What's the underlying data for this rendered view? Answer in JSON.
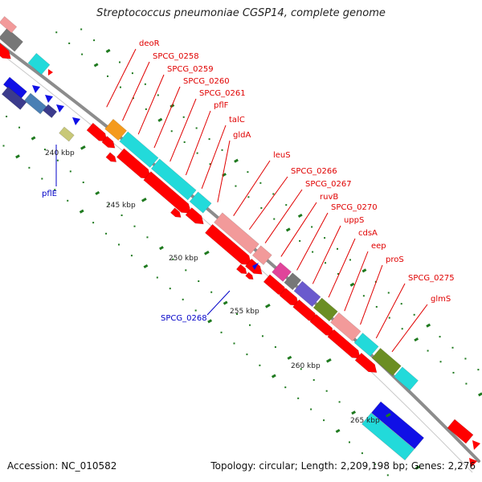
{
  "header": {
    "title": "Streptococcus pneumoniae CGSP14, complete genome"
  },
  "footer": {
    "accession": "Accession: NC_010582",
    "summary": "Topology: circular; Length: 2,209,198 bp; Genes: 2,276"
  },
  "colors": {
    "backbone": "#8c8c8c",
    "gene_label": "#e00000",
    "reverse_label": "#0000c8",
    "tick": "#1f7a1f",
    "cds_red": "#ff0000",
    "cyan": "#22dada",
    "orange": "#f49a1e",
    "pink": "#f29a9a",
    "magenta": "#e0449a",
    "purple": "#6a5acd",
    "olive": "#6b8e23",
    "khaki": "#c8c878",
    "blue": "#1010e6",
    "steel": "#4a7fb4",
    "navy": "#3b3b8c",
    "gray": "#777777"
  },
  "scale_labels": [
    "240 kbp",
    "245 kbp",
    "250 kbp",
    "255 kbp",
    "260 kbp",
    "265 kbp"
  ],
  "forward_labels": [
    "deoR",
    "SPCG_0258",
    "SPCG_0259",
    "SPCG_0260",
    "SPCG_0261",
    "pflF",
    "talC",
    "gldA",
    "leuS",
    "SPCG_0266",
    "SPCG_0267",
    "ruvB",
    "SPCG_0270",
    "uppS",
    "cdsA",
    "eep",
    "proS",
    "SPCG_0275",
    "glmS"
  ],
  "reverse_labels": [
    "pflE",
    "SPCG_0268"
  ]
}
